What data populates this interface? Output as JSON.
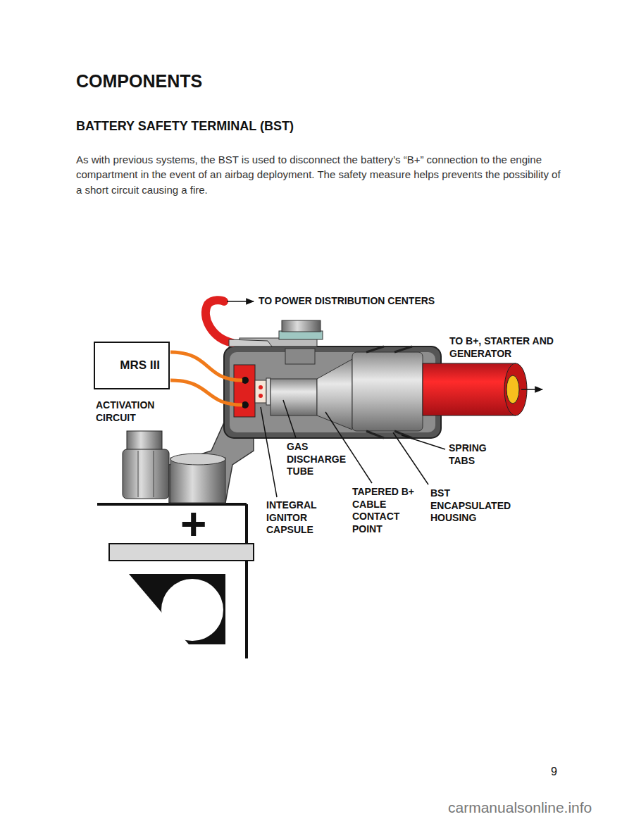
{
  "diagram": {
    "title": "COMPONENTS",
    "nodes": [
      {
        "text": [
          "MRS III"
        ]
      }
    ],
    "labels": [
      "BATTERY SAFETY TERMINAL (BST)",
      "As with previous systems, the BST is used to disconnect the battery’s “B+” connection to the engine compartment in the event of an airbag deployment. The safety measure helps prevents the possibility of a short circuit causing a fire.",
      "TO POWER DISTRIBUTION CENTERS",
      "TO B+, STARTER AND GENERATOR",
      "ACTIVATION CIRCUIT",
      "GAS DISCHARGE TUBE",
      "SPRING TABS",
      "TAPERED B+ CABLE CONTACT POINT",
      "BST ENCAPSULATED HOUSING",
      "INTEGRAL IGNITOR CAPSULE",
      "+",
      "9",
      "carmanualsonline.info"
    ]
  }
}
